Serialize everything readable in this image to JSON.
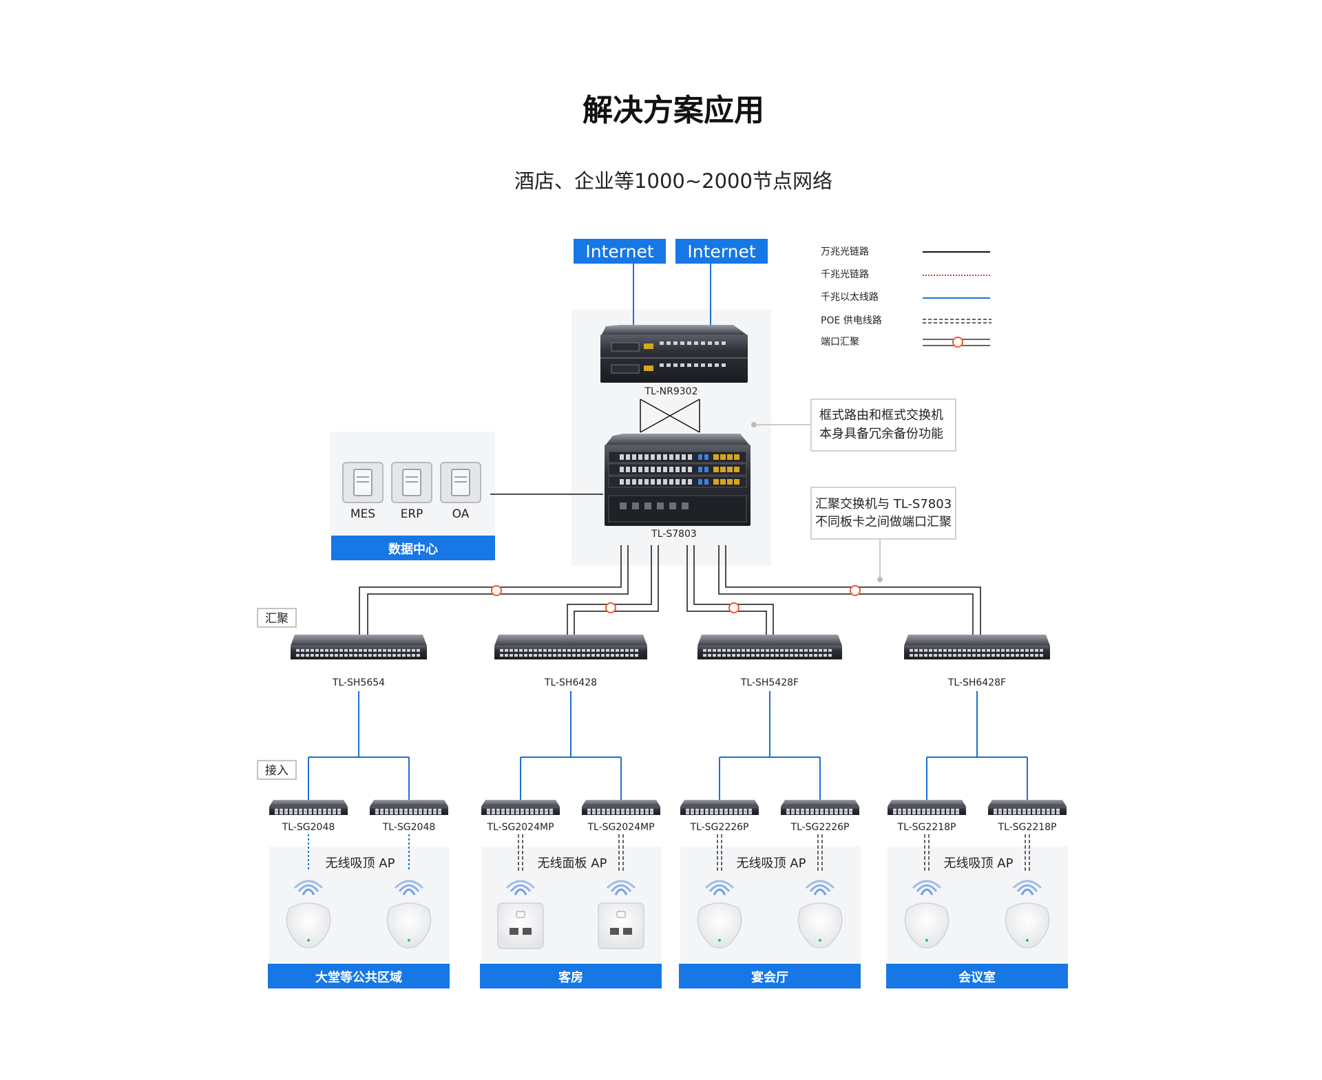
{
  "title": "解决方案应用",
  "subtitle": "酒店、企业等1000~2000节点网络",
  "internet": [
    "Internet",
    "Internet"
  ],
  "legend": {
    "items": [
      "万兆光链路",
      "千兆光链路",
      "千兆以太线路",
      "POE 供电线路",
      "端口汇聚"
    ]
  },
  "core": {
    "router": "TL-NR9302",
    "switch": "TL-S7803"
  },
  "notes": {
    "redundancy": [
      "框式路由和框式交换机",
      "本身具备冗余备份功能"
    ],
    "aggregation": [
      "汇聚交换机与 TL-S7803",
      "不同板卡之间做端口汇聚"
    ]
  },
  "datacenter": {
    "servers": [
      "MES",
      "ERP",
      "OA"
    ],
    "label": "数据中心"
  },
  "layers": {
    "aggregation": "汇聚",
    "access": "接入"
  },
  "groups": [
    {
      "agg": "TL-SH5654",
      "access": [
        "TL-SG2048",
        "TL-SG2048"
      ],
      "ap_label": "无线吸顶 AP",
      "area": "大堂等公共区域"
    },
    {
      "agg": "TL-SH6428",
      "access": [
        "TL-SG2024MP",
        "TL-SG2024MP"
      ],
      "ap_label": "无线面板 AP",
      "area": "客房"
    },
    {
      "agg": "TL-SH5428F",
      "access": [
        "TL-SG2226P",
        "TL-SG2226P"
      ],
      "ap_label": "无线吸顶 AP",
      "area": "宴会厅"
    },
    {
      "agg": "TL-SH6428F",
      "access": [
        "TL-SG2218P",
        "TL-SG2218P"
      ],
      "ap_label": "无线吸顶 AP",
      "area": "会议室"
    }
  ],
  "colors": {
    "accent": "#1677e5",
    "fiber10g": "#111111",
    "fiber1g": "#e5352b",
    "ethernet": "#1b6fd6",
    "aggregation_ring": "#f05a28",
    "panel_bg": "#f4f5f7"
  }
}
